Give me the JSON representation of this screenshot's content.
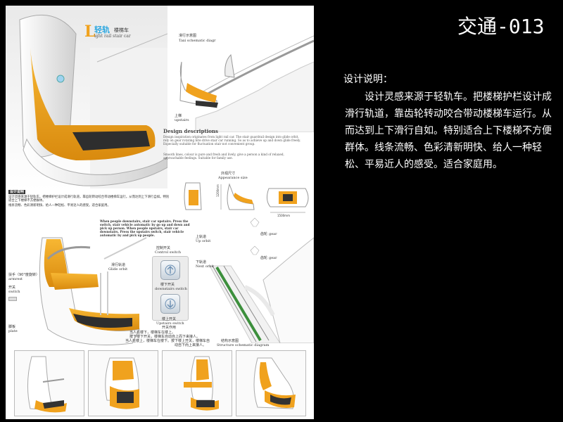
{
  "right": {
    "title": "交通-013",
    "heading": "设计说明：",
    "body": "设计灵感来源于轻轨车。把楼梯护栏设计成滑行轨道，靠齿轮转动咬合带动楼梯车运行。从而达到上下滑行自如。特别适合上下楼梯不方便群体。线条流畅、色彩清新明快、给人一种轻松、平易近人的感受。适合家庭用。"
  },
  "board": {
    "logo_letter": "L",
    "logo_cn": "轻轨",
    "logo_cn2": "楼梯车",
    "logo_en": "ight rail stair car",
    "glide_cn": "滑行示意图",
    "glide_en": "Taxi schematic diagr",
    "upstairs_cn": "上梯",
    "upstairs_en": "upstairs",
    "descriptions_heading": "Design descriptions",
    "descriptions_en": "Design inspiration originates from light rail car. The stair guardrail design into glide orbit, rely on gear rotating bite drive stair car running. So as to achieve up and down glide freely. Especially suitable for fluctuation stair not convenient group.",
    "descriptions_en2": "Smooth lines, colour is pure and fresh and lively, give a person a kind of relaxed, approachable feelings. Suitable for family use.",
    "appearance_cn": "外观尺寸",
    "appearance_en": "Appearance size",
    "dim_1200": "1200mm",
    "dim_1500": "1500mm",
    "cn_desc_title": "设计说明",
    "cn_desc_1": "设计灵感来源于轻轨车。把楼梯护栏设计成滑行轨道，靠齿轮转动咬合带动楼梯车运行。从而达到上下滑行自如。特别适合上下楼梯不方便群体。",
    "cn_desc_2": "线条流畅、色彩清新明快、给人一种轻松、平易近人的感受。适合家庭用。",
    "switch_en": "When people downstairs, stair car upstairs. Press the switch, stair vehicle automatic by go up and down and pick up person. When people upstairs, stair car downstairs. Press the upstairs switch, stair vehicle automatic by and pick up people.",
    "glide_orbit_cn": "滑行轨道",
    "glide_orbit_en": "Glide orbit",
    "armrest_cn": "扶手（90°度旋转）",
    "armrest_en": "armrest",
    "switch_cn": "开关",
    "switch_en_short": "switch",
    "pedal_cn": "脚板",
    "pedal_en": "plate",
    "control_cn": "控制开关",
    "control_en": "Control switch",
    "down_cn": "楼下开关",
    "down_en": "downstairs switch",
    "up_cn": "楼上开关",
    "up_en": "Upstairs switch",
    "switch_label": "开关作用",
    "switch_note_1": "当人在楼下，楼梯车在楼上。",
    "switch_note_2": "按下楼下开关，楼梯车自动自上而下来接人。",
    "switch_note_3": "当人在楼上，楼梯车在楼下。按下楼上开关，楼梯车自",
    "switch_note_4": "动自下而上来接人。",
    "upper_orbit_cn": "上轨道",
    "upper_orbit_en": "Up orbit",
    "gear_cn": "齿轮",
    "gear_en": "gear",
    "lower_orbit_cn": "下轨道",
    "lower_orbit_en": "Next orbit",
    "gear2_cn": "齿轮",
    "gear2_en": "gear",
    "structure_cn": "结构示意图",
    "structure_en": "Structure schematic diagram"
  },
  "colors": {
    "accent_orange": "#f0a21e",
    "logo_blue": "#2fa8e0",
    "background": "#000000",
    "board": "#ffffff"
  }
}
